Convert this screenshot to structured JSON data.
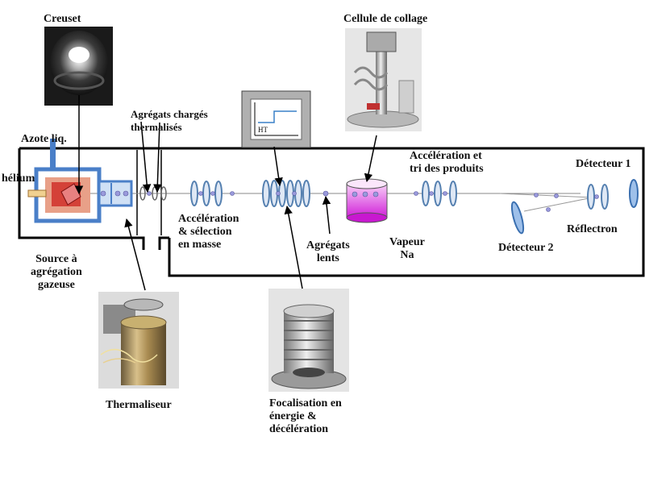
{
  "labels": {
    "creuset": "Creuset",
    "cellule": "Cellule de collage",
    "azote": "Azote liq.",
    "helium": "hélium",
    "agregats_charges": "Agrégats chargés\nthermalisés",
    "acceleration_tri": "Accélération et\ntri des produits",
    "detecteur1": "Détecteur 1",
    "acceleration_selection": "Accélération\n& sélection\nen masse",
    "agregats_lents": "Agrégats\nlents",
    "vapeur": "Vapeur\nNa",
    "detecteur2": "Détecteur 2",
    "reflectron": "Réflectron",
    "source": "Source à\nagrégation\ngazeuse",
    "thermaliseur": "Thermaliseur",
    "focalisation": "Focalisation en\nénergie &\ndécélération",
    "ht": "HT"
  },
  "colors": {
    "line": "#000000",
    "source_blue": "#4a7fc8",
    "source_fill": "#e8a088",
    "crucible_red": "#d0302a",
    "na_vapour": "#e040e8",
    "cluster_dot": "#9a9adc",
    "electrode": "#5580b0",
    "photo_frame": "#c8c8c8"
  },
  "photos": {
    "creuset": "crucible-photo",
    "cellule": "cell-photo",
    "thermaliseur": "thermaliser-photo",
    "focalisation": "focusing-lens-photo"
  }
}
